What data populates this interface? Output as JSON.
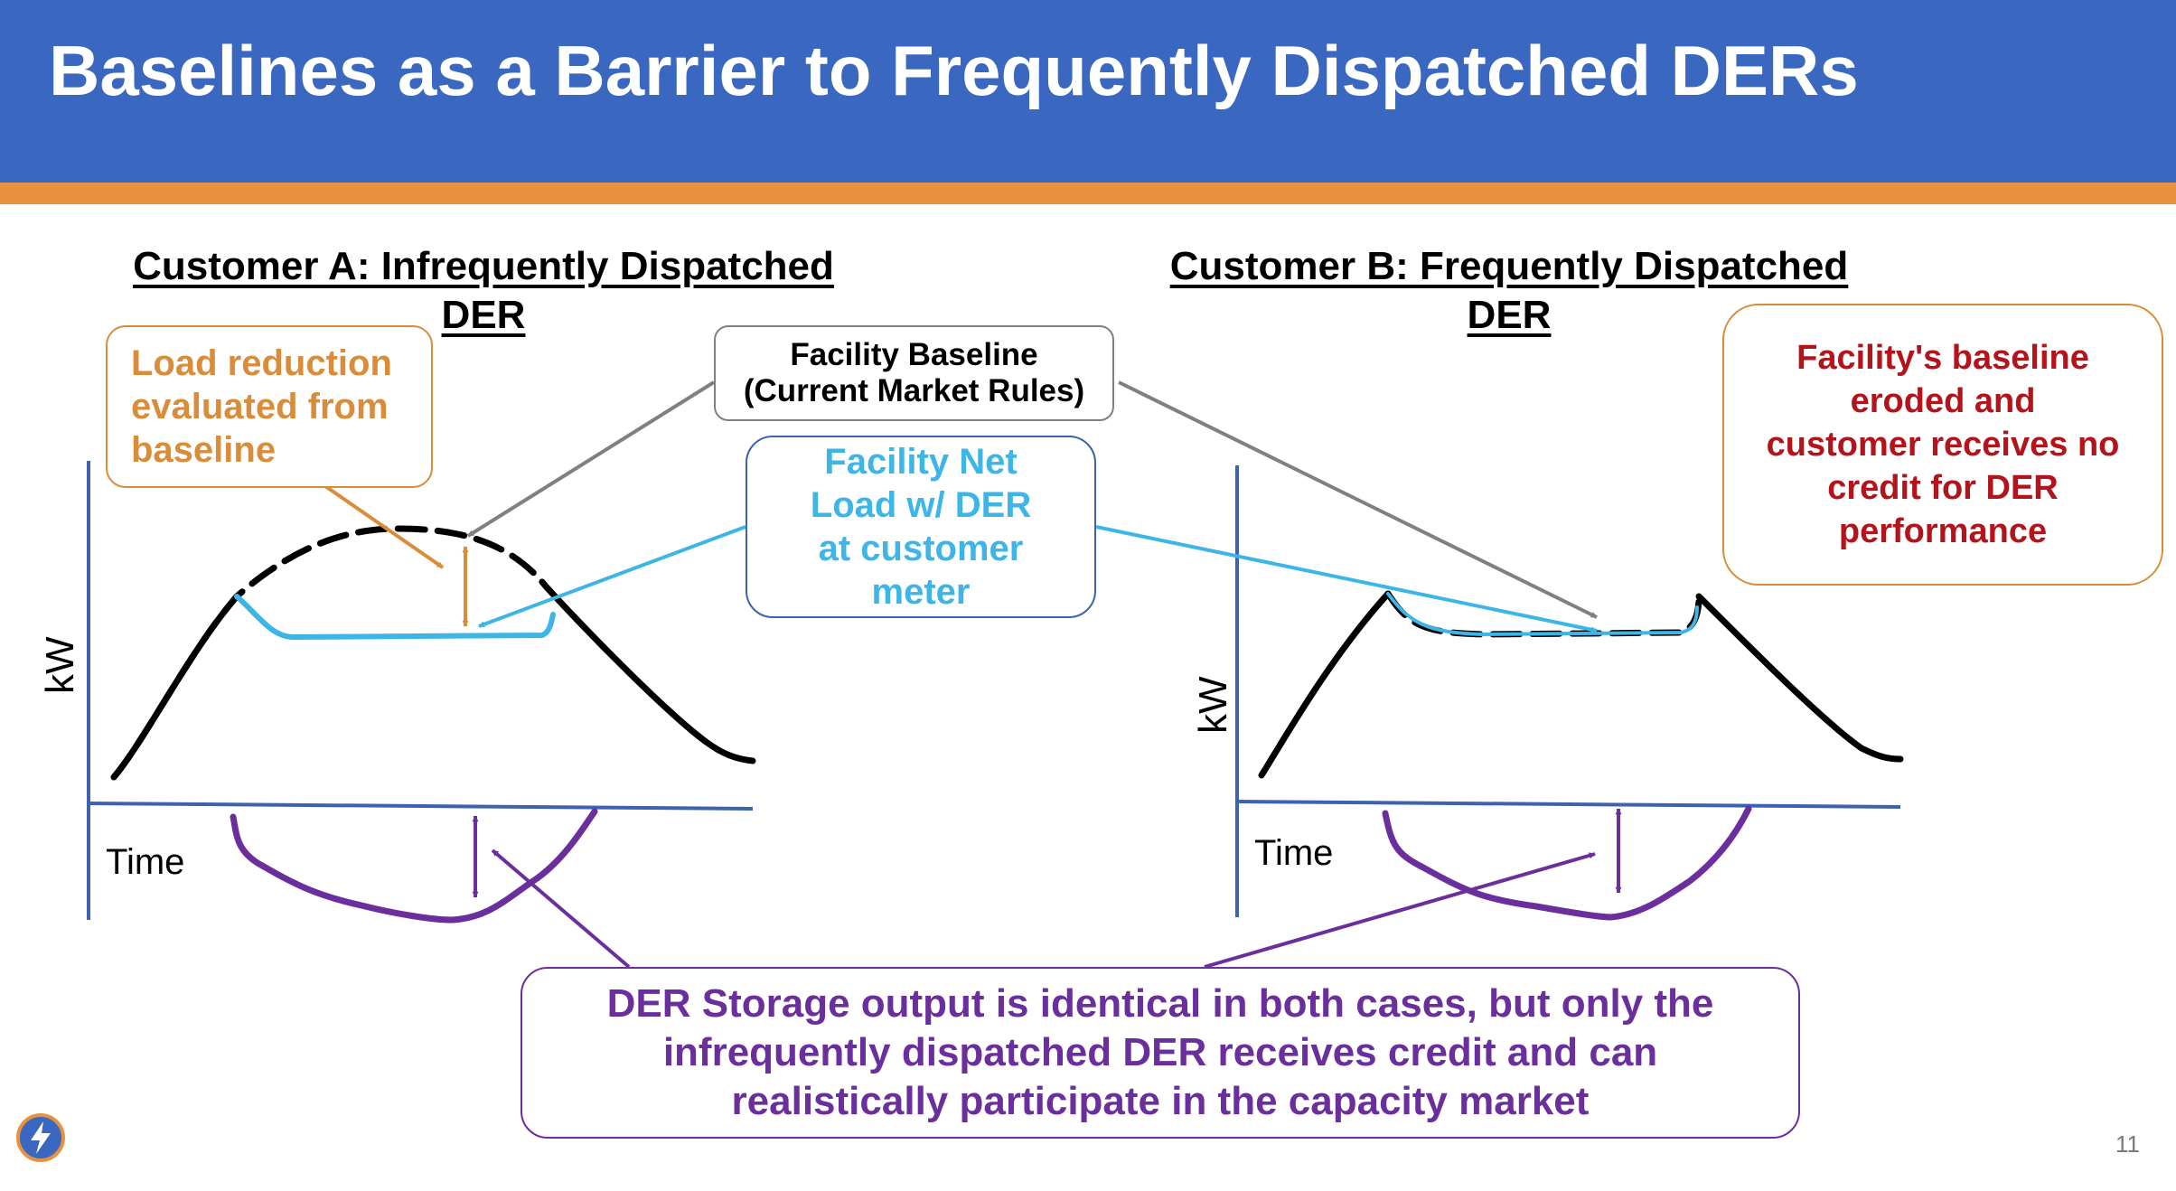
{
  "slide": {
    "title": "Baselines as a Barrier to Frequently Dispatched DERs",
    "page_number": "11"
  },
  "customer_a": {
    "title_line1": "Customer A: Infrequently Dispatched",
    "title_line2": "DER",
    "y_axis_label": "kW",
    "x_axis_label": "Time"
  },
  "customer_b": {
    "title_line1": "Customer B: Frequently Dispatched",
    "title_line2": "DER",
    "y_axis_label": "kW",
    "x_axis_label": "Time"
  },
  "callouts": {
    "load_reduction": [
      "Load reduction",
      "evaluated from",
      "baseline"
    ],
    "facility_baseline": [
      "Facility Baseline",
      "(Current Market Rules)"
    ],
    "net_load": [
      "Facility Net",
      "Load w/ DER",
      "at customer",
      "meter"
    ],
    "baseline_eroded": [
      "Facility's baseline",
      "eroded and",
      "customer receives no",
      "credit for DER",
      "performance"
    ],
    "storage_output": [
      "DER Storage output is identical in both cases, but only the",
      "infrequently dispatched DER receives credit and can",
      "realistically participate in the capacity market"
    ]
  },
  "colors": {
    "header_blue": "#3a67bf",
    "header_orange": "#e8913f",
    "axis_blue": "#3b63b0",
    "baseline_black": "#000000",
    "net_load_cyan": "#3db5e6",
    "storage_purple": "#6a2f9c",
    "load_reduction_orange": "#d98c3a",
    "arrow_gray": "#808080",
    "eroded_red": "#b3131b"
  },
  "icons": {
    "logo": "lightning-bolt-icon"
  }
}
